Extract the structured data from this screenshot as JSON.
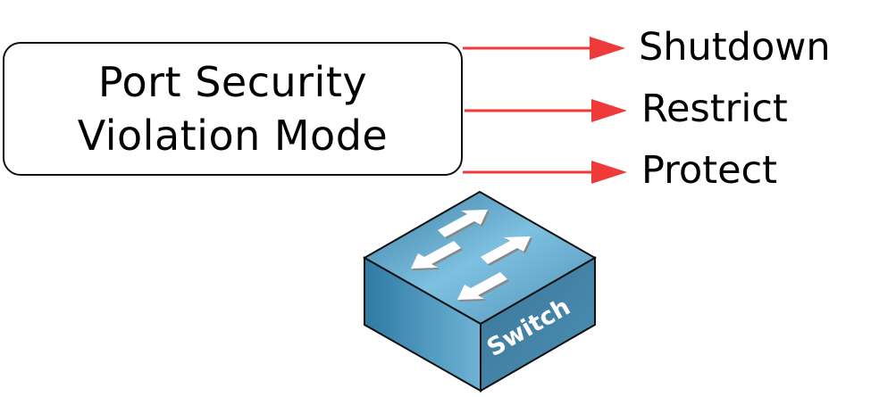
{
  "diagram": {
    "box_title_lines": [
      "Port Security",
      "Violation Mode"
    ],
    "options": [
      {
        "label": "Shutdown"
      },
      {
        "label": "Restrict"
      },
      {
        "label": "Protect"
      }
    ],
    "arrow_color": "#f03a3a",
    "device": {
      "label": "Switch",
      "icon": "network-switch-icon",
      "colors": {
        "top": "#6aaed0",
        "front": "#3b7fa3",
        "edge": "#111111",
        "arrow": "#ffffff"
      }
    }
  }
}
